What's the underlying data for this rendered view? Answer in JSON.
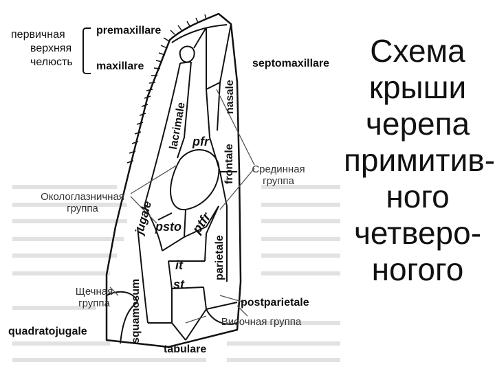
{
  "title_lines": [
    "Схема",
    "крыши",
    "черепа",
    "примитив-",
    "ного",
    "четверо-",
    "ногого"
  ],
  "labels": {
    "primary_jaw": [
      "первичная",
      "верхняя",
      "челюсть"
    ],
    "premaxillare": "premaxillare",
    "maxillare": "maxillare",
    "septomaxillare": "septomaxillare",
    "nasale": "nasale",
    "lacrimale": "lacrimale",
    "frontale": "frontale",
    "pfr": "pfr",
    "jugale": "jugale",
    "psto": "psto",
    "ptfr": "ptfr",
    "parietale": "parietale",
    "it": "it",
    "st": "st",
    "squamosum": "squamosum",
    "quadratojugale": "quadratojugale",
    "postparietale": "postparietale",
    "tabulare": "tabulare"
  },
  "groups": {
    "median": [
      "Срединная",
      "группа"
    ],
    "orbital": [
      "Окологлазничная",
      "группа"
    ],
    "cheek": [
      "Щечная",
      "группа"
    ],
    "temporal": "Височная группа"
  }
}
